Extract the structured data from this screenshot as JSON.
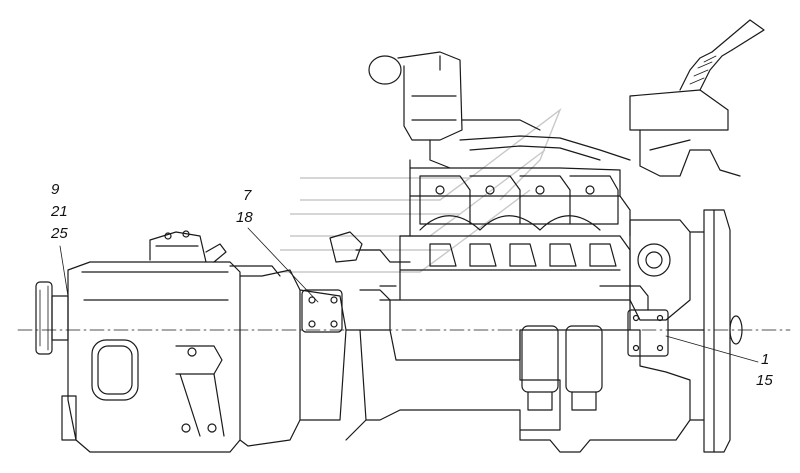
{
  "callouts": [
    {
      "id": "9",
      "text": "9"
    },
    {
      "id": "21",
      "text": "21"
    },
    {
      "id": "25",
      "text": "25"
    },
    {
      "id": "7",
      "text": "7"
    },
    {
      "id": "18",
      "text": "18"
    },
    {
      "id": "1",
      "text": "1"
    },
    {
      "id": "15",
      "text": "15"
    }
  ]
}
